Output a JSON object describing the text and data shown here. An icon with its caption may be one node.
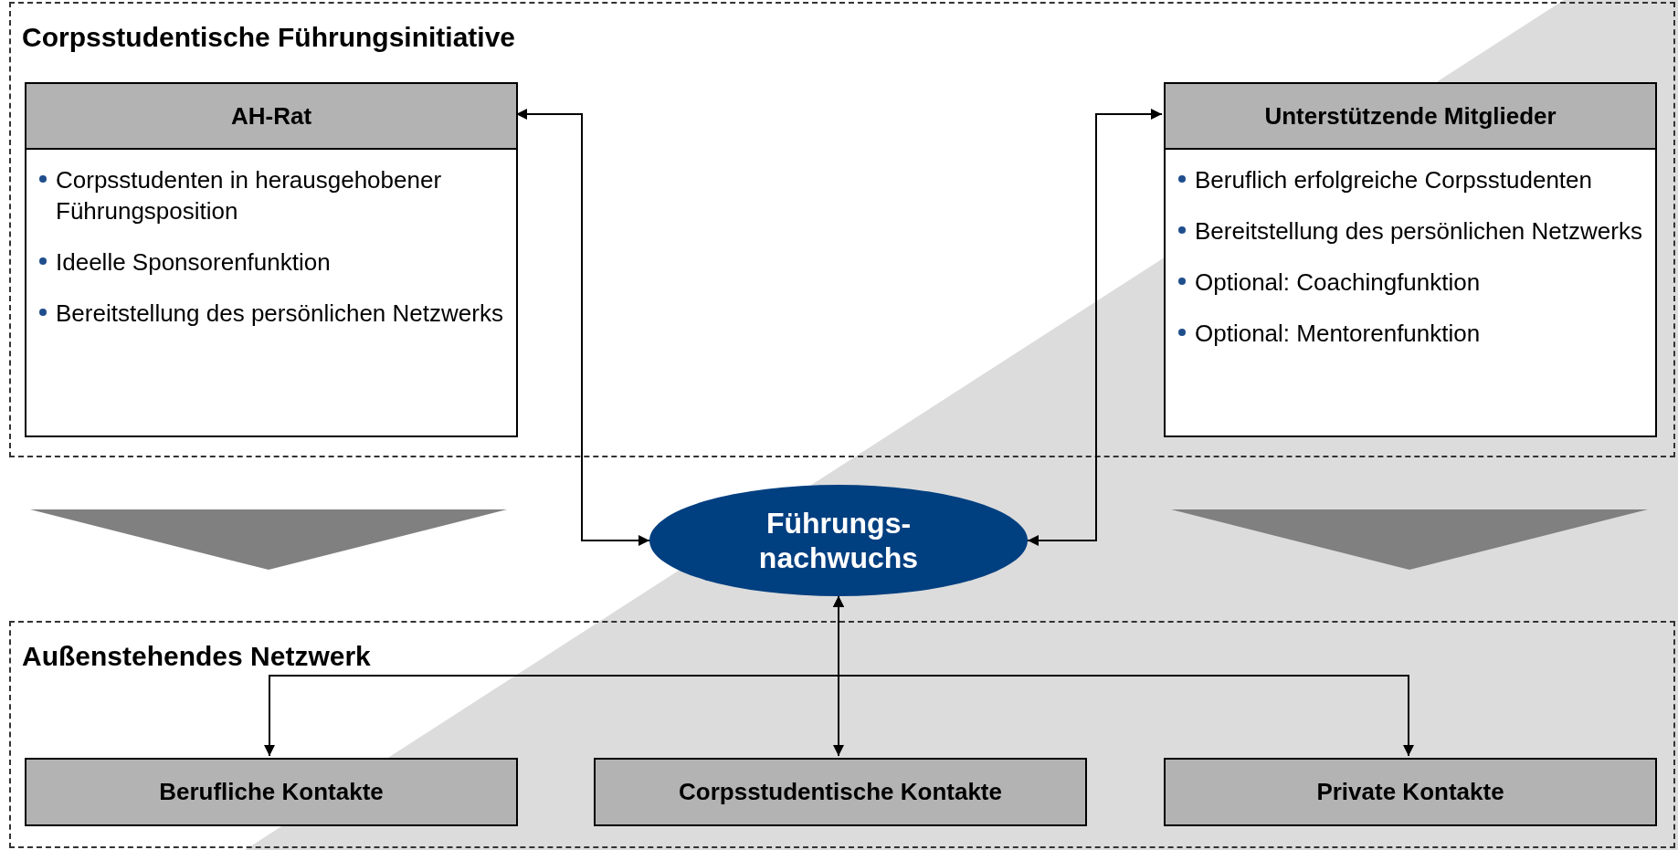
{
  "diagram": {
    "nodes": [
      {
        "text": [
          "Corpsstudentische Führungsinitiative"
        ]
      },
      {
        "text": [
          "AH-Rat",
          "Corpsstudenten in herausgehobener Führungsposition",
          "Ideelle Sponsorenfunktion",
          "Bereitstellung des persönlichen Netzwerks"
        ],
        "in": 0
      },
      {
        "text": [
          "Unterstützende Mitglieder",
          "Beruflich erfolgreiche Corpsstudenten",
          "Bereitstellung des persönlichen Netzwerks",
          "Optional: Coachingfunktion",
          "Optional: Mentorenfunktion"
        ],
        "in": 0
      },
      {
        "text": [
          "Führungs- nachwuchs"
        ]
      },
      {
        "text": [
          "Außenstehendes Netzwerk"
        ]
      },
      {
        "text": [
          "Berufliche Kontakte"
        ],
        "in": 4
      },
      {
        "text": [
          "Corpsstudentische Kontakte"
        ],
        "in": 4
      },
      {
        "text": [
          "Private Kontakte"
        ],
        "in": 4
      }
    ],
    "edges": [
      {
        "from": 1,
        "to": 3,
        "arrow": "both"
      },
      {
        "from": 2,
        "to": 3,
        "arrow": "both"
      },
      {
        "from": 3,
        "to": 5,
        "arrow": "both"
      },
      {
        "from": 3,
        "to": 6,
        "arrow": "both"
      },
      {
        "from": 3,
        "to": 7,
        "arrow": "both"
      }
    ]
  }
}
